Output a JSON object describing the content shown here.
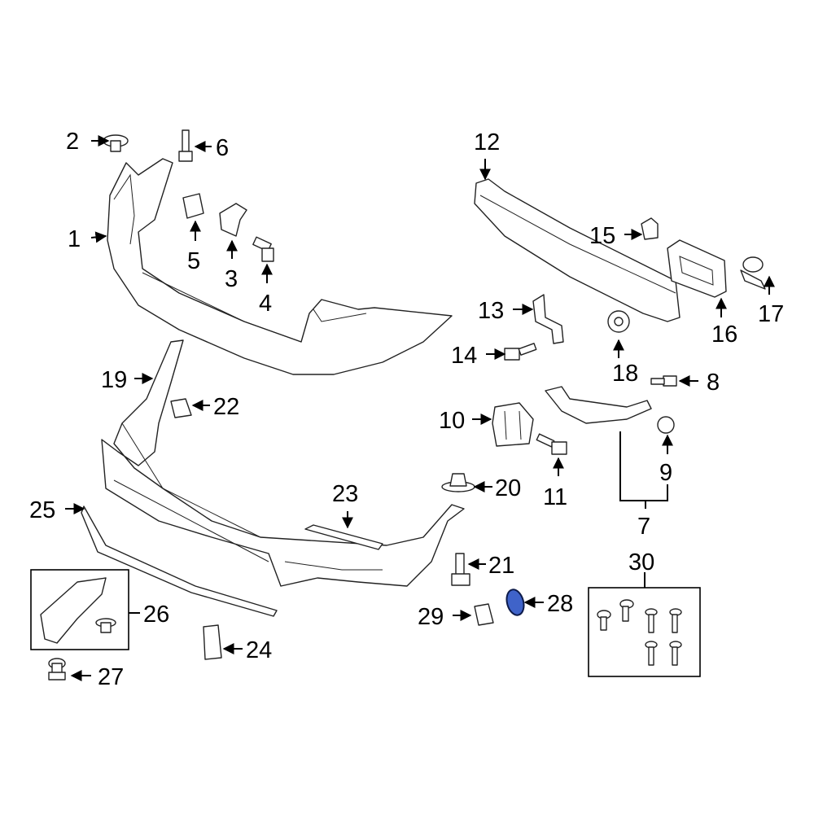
{
  "title": "Rear bumper cover and components parts diagram",
  "callouts": [
    "1",
    "2",
    "3",
    "4",
    "5",
    "6",
    "7",
    "8",
    "9",
    "10",
    "11",
    "12",
    "13",
    "14",
    "15",
    "16",
    "17",
    "18",
    "19",
    "20",
    "21",
    "22",
    "23",
    "24",
    "25",
    "26",
    "27",
    "28",
    "29",
    "30"
  ],
  "colors": {
    "highlight_part": "#3f63c9",
    "highlight_outline": "#0d1b4a",
    "line": "#000000",
    "part_fill": "#ffffff"
  },
  "highlighted_callout": "28"
}
